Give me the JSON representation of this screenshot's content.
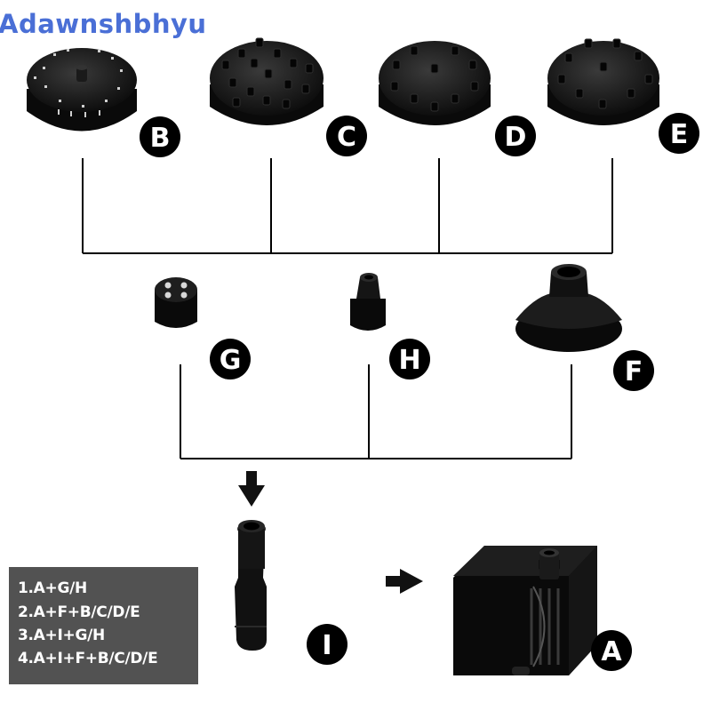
{
  "watermark": "Adawnshbhyu",
  "labels": {
    "A": "A",
    "B": "B",
    "C": "C",
    "D": "D",
    "E": "E",
    "F": "F",
    "G": "G",
    "H": "H",
    "I": "I"
  },
  "legend": [
    "1.A+G/H",
    "2.A+F+B/C/D/E",
    "3.A+I+G/H",
    "4.A+I+F+B/C/D/E"
  ],
  "colors": {
    "part": "#0d0d0d",
    "badge": "#000000",
    "legend_bg": "#525252",
    "watermark": "#4a6fd6"
  }
}
